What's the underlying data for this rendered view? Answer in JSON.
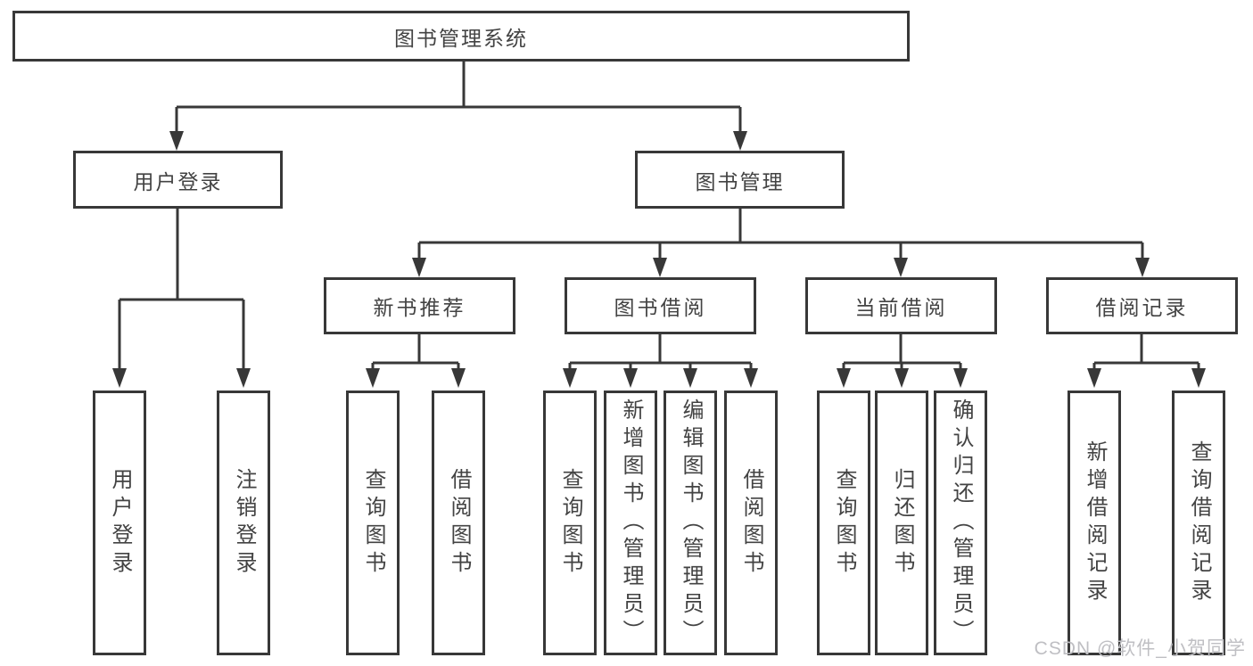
{
  "nodes": {
    "root": {
      "label": "图书管理系统"
    },
    "user_login": {
      "label": "用户登录",
      "leaves": [
        {
          "label": "用户登录"
        },
        {
          "label": "注销登录"
        }
      ]
    },
    "book_mgmt": {
      "label": "图书管理"
    },
    "new_books": {
      "label": "新书推荐",
      "leaves": [
        {
          "label": "查询图书"
        },
        {
          "label": "借阅图书"
        }
      ]
    },
    "book_borrow": {
      "label": "图书借阅",
      "leaves": [
        {
          "label": "查询图书"
        },
        {
          "label": "新增图书（管理员）"
        },
        {
          "label": "编辑图书（管理员）"
        },
        {
          "label": "借阅图书"
        }
      ]
    },
    "current_borrow": {
      "label": "当前借阅",
      "leaves": [
        {
          "label": "查询图书"
        },
        {
          "label": "归还图书"
        },
        {
          "label": "确认归还（管理员）"
        }
      ]
    },
    "borrow_records": {
      "label": "借阅记录",
      "leaves": [
        {
          "label": "新增借阅记录"
        },
        {
          "label": "查询借阅记录"
        }
      ]
    }
  },
  "watermark": {
    "text": "CSDN @软件_小贺同学"
  },
  "colors": {
    "line": "#383838",
    "text": "#434343",
    "background": "#ffffff",
    "watermark": "#bfbfc3"
  }
}
